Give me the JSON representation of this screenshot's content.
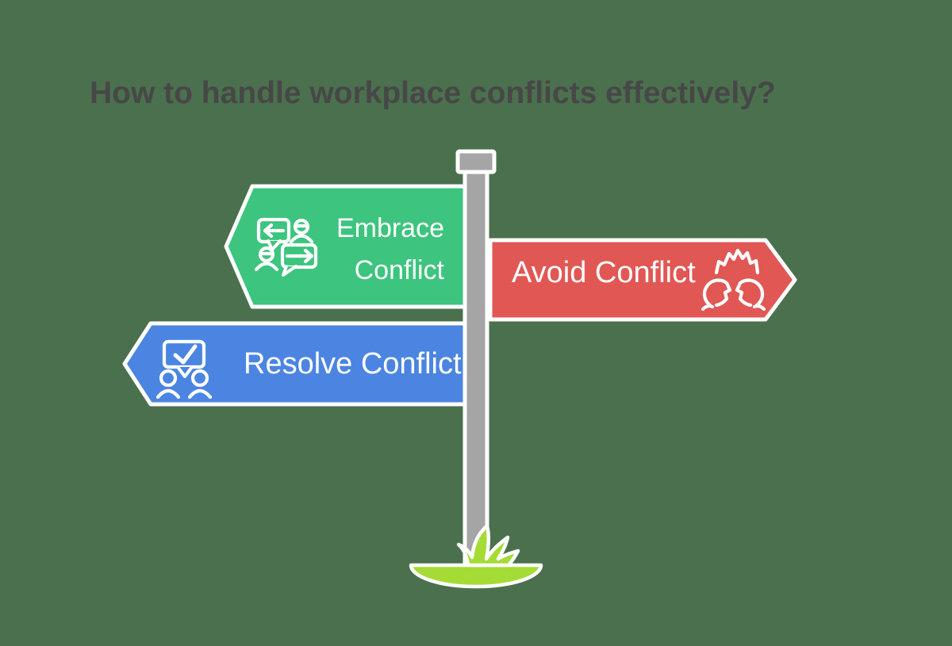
{
  "title": "How to handle workplace conflicts effectively?",
  "colors": {
    "background": "#4B704E",
    "title_text": "#474747",
    "sign_green": "#3DC47E",
    "sign_red": "#E15754",
    "sign_blue": "#4B85E1",
    "pole": "#A5A5A5",
    "grass": "#A5DB35",
    "outline": "#FFFFFF",
    "label_text": "#FFFFFF"
  },
  "signs": {
    "embrace": {
      "line1": "Embrace",
      "line2": "Conflict",
      "direction": "left",
      "icon": "dialogue-people-icon"
    },
    "avoid": {
      "label": "Avoid Conflict",
      "direction": "right",
      "icon": "conflict-heads-icon"
    },
    "resolve": {
      "label": "Resolve Conflict",
      "direction": "left",
      "icon": "agreement-check-icon"
    }
  }
}
